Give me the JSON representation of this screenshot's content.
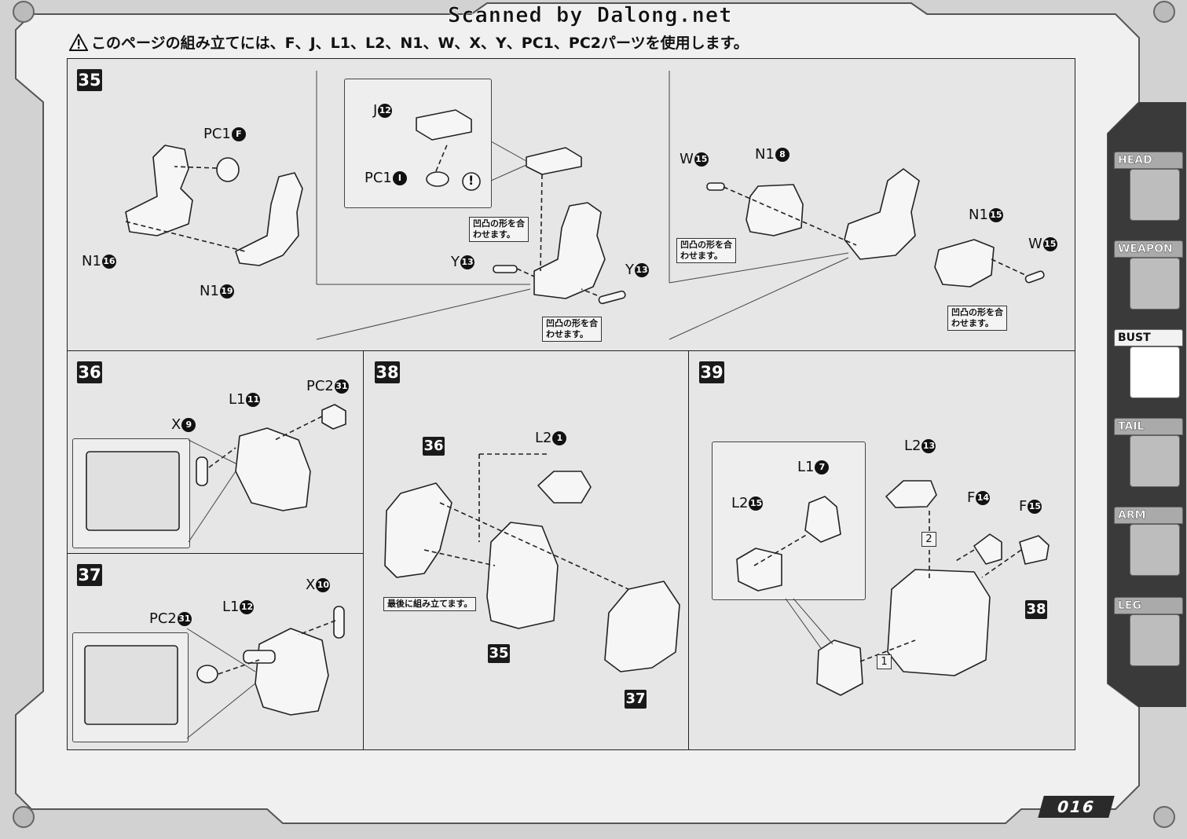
{
  "scan_credit": "Scanned by Dalong.net",
  "caution_text": "このページの組み立てには、F、J、L1、L2、N1、W、X、Y、PC1、PC2パーツを使用します。",
  "steps": {
    "s35": {
      "num": "35"
    },
    "s36": {
      "num": "36"
    },
    "s37": {
      "num": "37"
    },
    "s38": {
      "num": "38"
    },
    "s39": {
      "num": "39"
    }
  },
  "parts": {
    "pc1_f": {
      "name": "PC1",
      "num": "F"
    },
    "n1_16": {
      "name": "N1",
      "num": "16"
    },
    "n1_19": {
      "name": "N1",
      "num": "19"
    },
    "j_12": {
      "name": "J",
      "num": "12"
    },
    "pc1_i": {
      "name": "PC1",
      "num": "I"
    },
    "y_13a": {
      "name": "Y",
      "num": "13"
    },
    "y_13b": {
      "name": "Y",
      "num": "13"
    },
    "w_15a": {
      "name": "W",
      "num": "15"
    },
    "n1_8": {
      "name": "N1",
      "num": "8"
    },
    "n1_15": {
      "name": "N1",
      "num": "15"
    },
    "w_15b": {
      "name": "W",
      "num": "15"
    },
    "x_9": {
      "name": "X",
      "num": "9"
    },
    "l1_11": {
      "name": "L1",
      "num": "11"
    },
    "pc2_31a": {
      "name": "PC2",
      "num": "31"
    },
    "x_10": {
      "name": "X",
      "num": "10"
    },
    "pc2_31b": {
      "name": "PC2",
      "num": "31"
    },
    "l1_12": {
      "name": "L1",
      "num": "12"
    },
    "l2_1": {
      "name": "L2",
      "num": "1"
    },
    "l2_13": {
      "name": "L2",
      "num": "13"
    },
    "l1_7": {
      "name": "L1",
      "num": "7"
    },
    "l2_15": {
      "name": "L2",
      "num": "15"
    },
    "f_14": {
      "name": "F",
      "num": "14"
    },
    "f_15": {
      "name": "F",
      "num": "15"
    }
  },
  "notes": {
    "align_1": "凹凸の形を合\nわせます。",
    "align_2": "凹凸の形を合\nわせます。",
    "align_3": "凹凸の形を合\nわせます。",
    "align_4": "凹凸の形を合\nわせます。",
    "last_assemble": "最後に組み立てます。",
    "warn_mark": "!"
  },
  "refs": {
    "r36": "36",
    "r35": "35",
    "r37": "37",
    "r38": "38",
    "order_1": "1",
    "order_2": "2"
  },
  "tabs": [
    {
      "label": "HEAD",
      "active": false
    },
    {
      "label": "WEAPON",
      "active": false
    },
    {
      "label": "BUST",
      "active": true
    },
    {
      "label": "TAIL",
      "active": false
    },
    {
      "label": "ARM",
      "active": false
    },
    {
      "label": "LEG",
      "active": false
    }
  ],
  "page_number": "016"
}
